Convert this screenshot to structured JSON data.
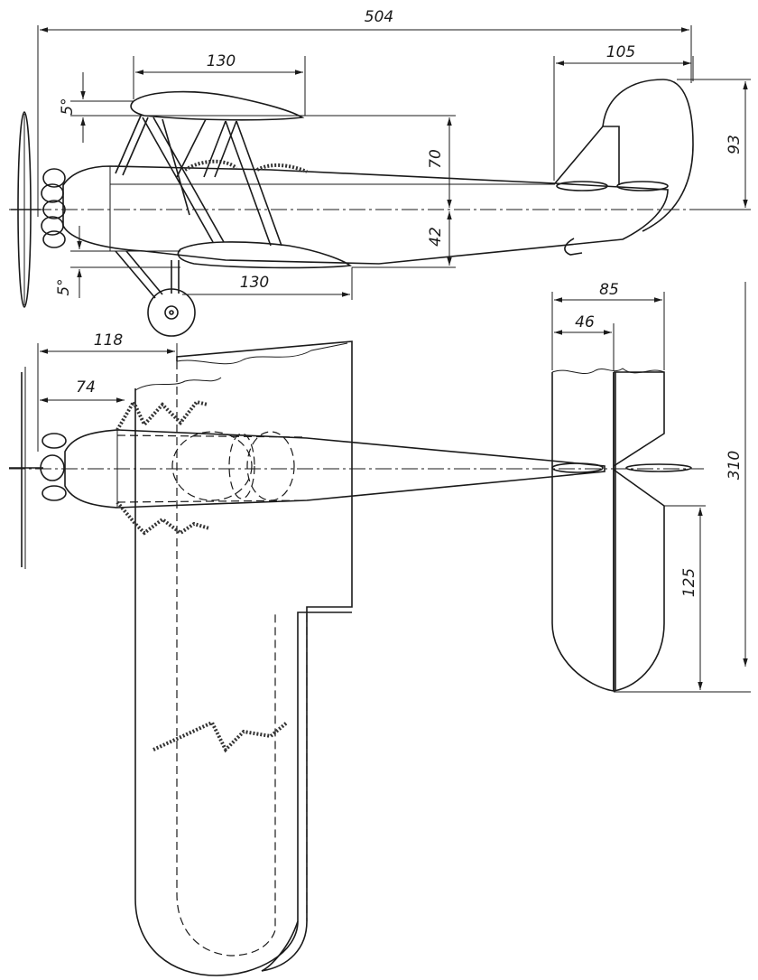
{
  "dimensions": {
    "overall_length": "504",
    "upper_wing_chord": "130",
    "lower_wing_chord": "130",
    "upper_incidence": "5°",
    "lower_incidence": "5°",
    "upper_gap": "70",
    "lower_gap": "42",
    "fin_chord": "105",
    "fin_height": "93",
    "nose_to_wing": "118",
    "nose_to_cowl": "74",
    "tailplane_chord": "85",
    "elevator_chord": "46",
    "tail_span": "310",
    "tail_half": "125"
  }
}
